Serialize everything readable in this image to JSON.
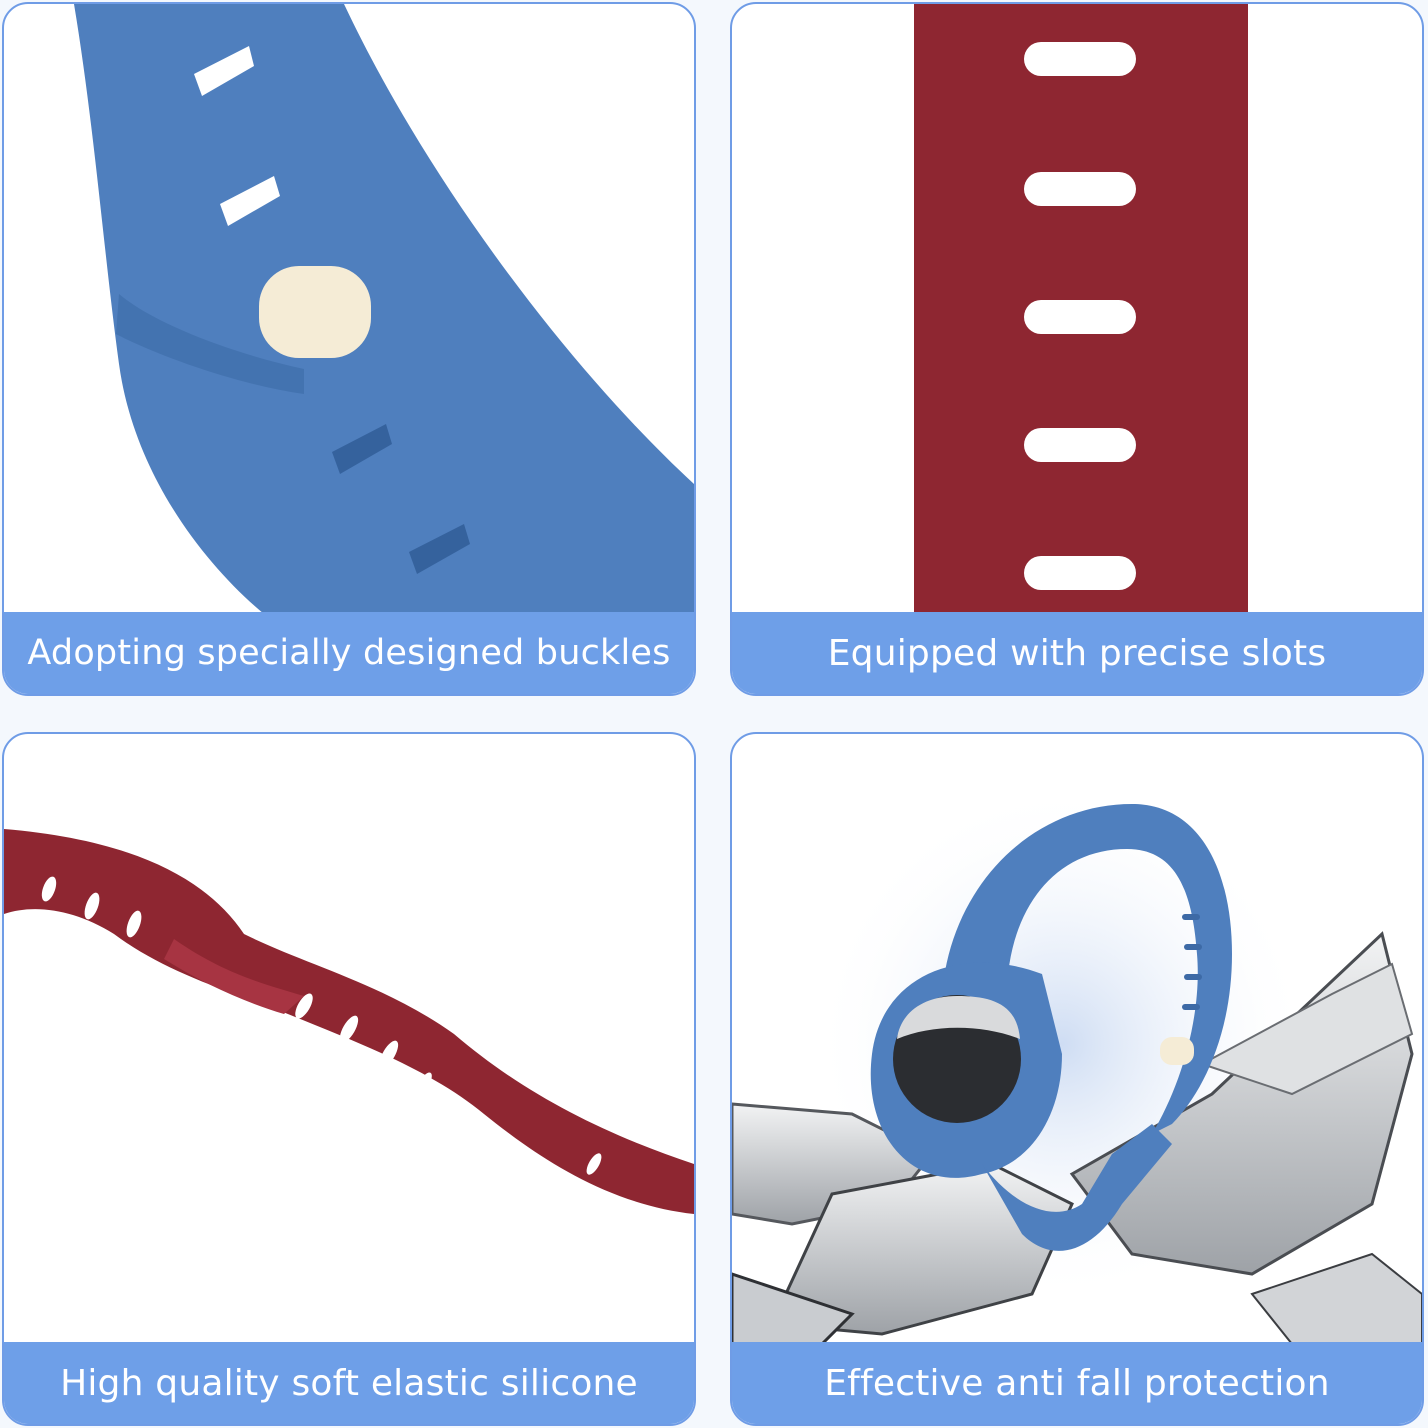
{
  "panels": [
    {
      "caption": "Adopting specially designed buckles"
    },
    {
      "caption": "Equipped with precise slots"
    },
    {
      "caption": "High quality soft elastic silicone"
    },
    {
      "caption": "Effective anti fall protection"
    }
  ],
  "colors": {
    "panel_border": "#6f9ce6",
    "caption_bar": "#6e9fe8",
    "band_blue": "#4f7fbe",
    "band_red": "#8e2631",
    "buckle_cream": "#f5ecd6",
    "tracker_dark": "#2b2d31"
  },
  "icons": [
    "blue-strap-buckle-photo",
    "red-strap-slots-photo",
    "twisted-red-strap-photo",
    "blue-band-cracked-ground-photo"
  ]
}
